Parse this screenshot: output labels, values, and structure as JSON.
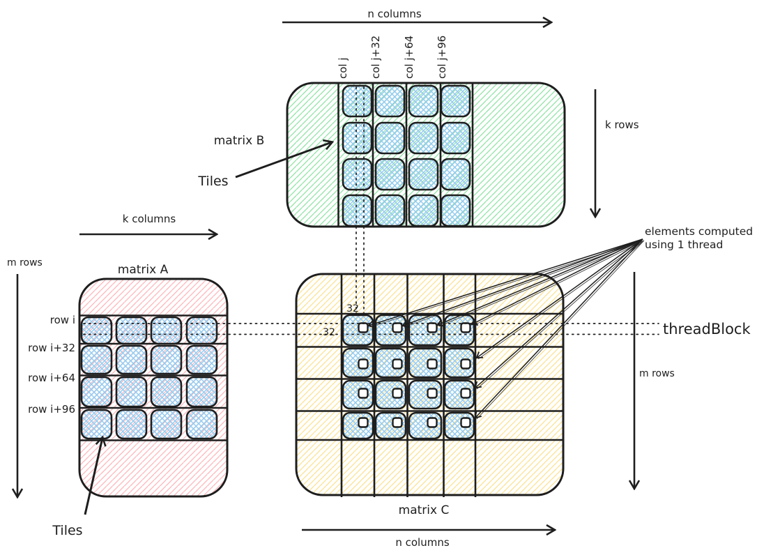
{
  "labels": {
    "top_axis": "n columns",
    "bottom_axis": "n columns",
    "k_rows": "k rows",
    "k_columns": "k columns",
    "m_rows_left": "m rows",
    "m_rows_right": "m rows",
    "matrix_a": "matrix A",
    "matrix_b": "matrix B",
    "matrix_c": "matrix C",
    "tiles_a": "Tiles",
    "tiles_b": "Tiles",
    "tile_size_top": "32",
    "tile_size_left": "32",
    "elements_note_1": "elements computed",
    "elements_note_2": "using 1 thread",
    "threadblock": "threadBlock"
  },
  "matrix_b": {
    "col_labels": [
      "col j",
      "col j+32",
      "col j+64",
      "col j+96"
    ]
  },
  "matrix_a": {
    "row_labels": [
      "row i",
      "row i+32",
      "row i+64",
      "row i+96"
    ]
  },
  "colors": {
    "stroke": "#1e1e1e",
    "green_hatch": "#8fe3a4",
    "pink_hatch": "#ffb5ba",
    "yellow_hatch": "#fbd96e",
    "blue_crosshatch": "#94cbf1"
  }
}
